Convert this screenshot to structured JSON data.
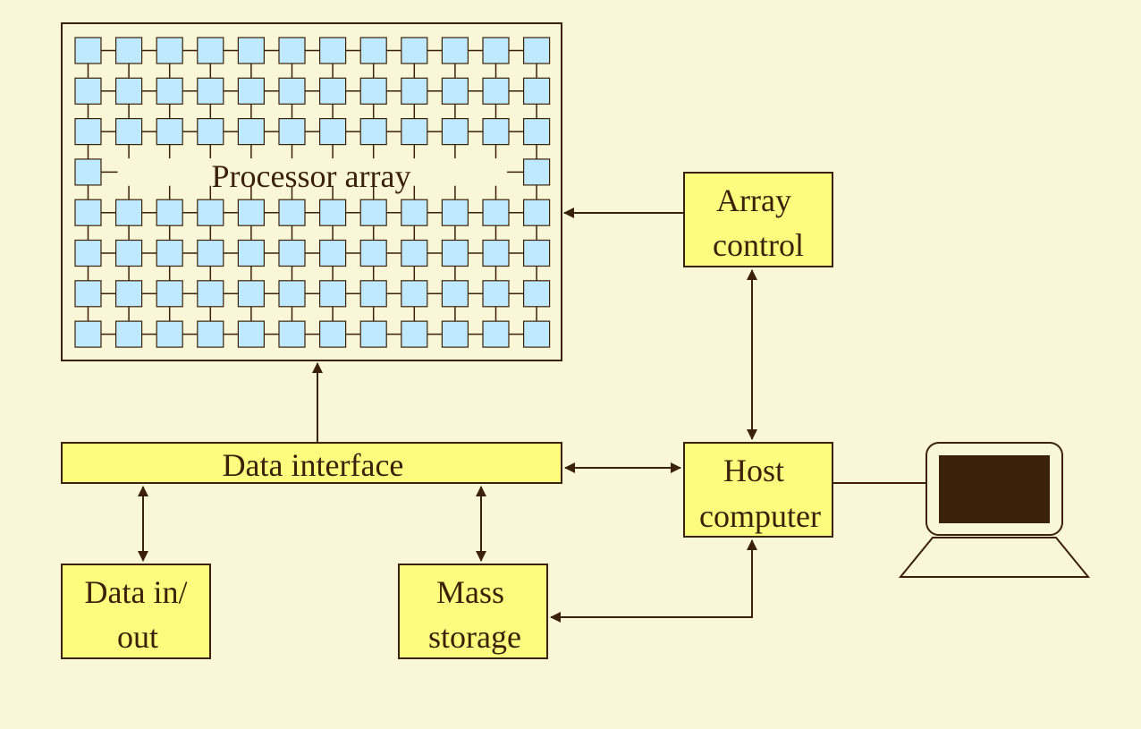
{
  "colors": {
    "background": "#faf7d9",
    "box_fill": "#fdfc7f",
    "cell_fill": "#bfe9ff",
    "line": "#3b2107",
    "screen": "#3b2107"
  },
  "processor_array": {
    "label": "Processor array",
    "rows": 8,
    "cols": 12,
    "label_row": 3
  },
  "array_control": {
    "line1": "Array",
    "line2": "control"
  },
  "data_interface": {
    "label": "Data interface"
  },
  "host_computer": {
    "line1": "Host",
    "line2": "computer"
  },
  "data_in_out": {
    "line1": "Data in/",
    "line2": "out"
  },
  "mass_storage": {
    "line1": "Mass",
    "line2": "storage"
  },
  "terminal": {
    "icon": "laptop-icon"
  }
}
